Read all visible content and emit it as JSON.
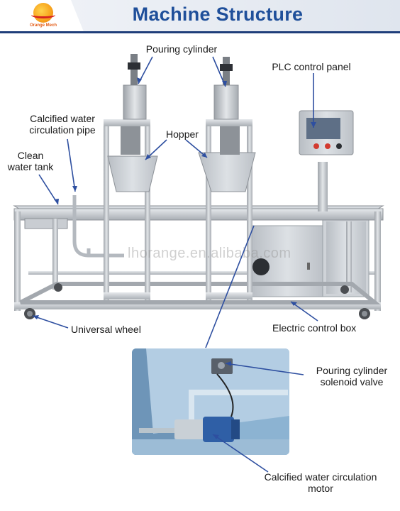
{
  "header": {
    "logo_text": "Orange Mech",
    "title": "Machine Structure"
  },
  "watermark": "lhorange.en.alibaba.com",
  "labels": {
    "pouring_cylinder": "Pouring cylinder",
    "plc_control_panel": "PLC control panel",
    "calcified_pipe_line1": "Calcified water",
    "calcified_pipe_line2": "circulation pipe",
    "hopper": "Hopper",
    "clean_tank_line1": "Clean",
    "clean_tank_line2": "water tank",
    "universal_wheel": "Universal wheel",
    "electric_control_box": "Electric control box",
    "solenoid_line1": "Pouring cylinder",
    "solenoid_line2": "solenoid valve",
    "motor_line1": "Calcified water circulation",
    "motor_line2": "motor"
  },
  "colors": {
    "title": "#1f4f9a",
    "header_bar": "#1f3e7a",
    "steel": "#c4c8cd",
    "leader": "#2e4fa0"
  }
}
